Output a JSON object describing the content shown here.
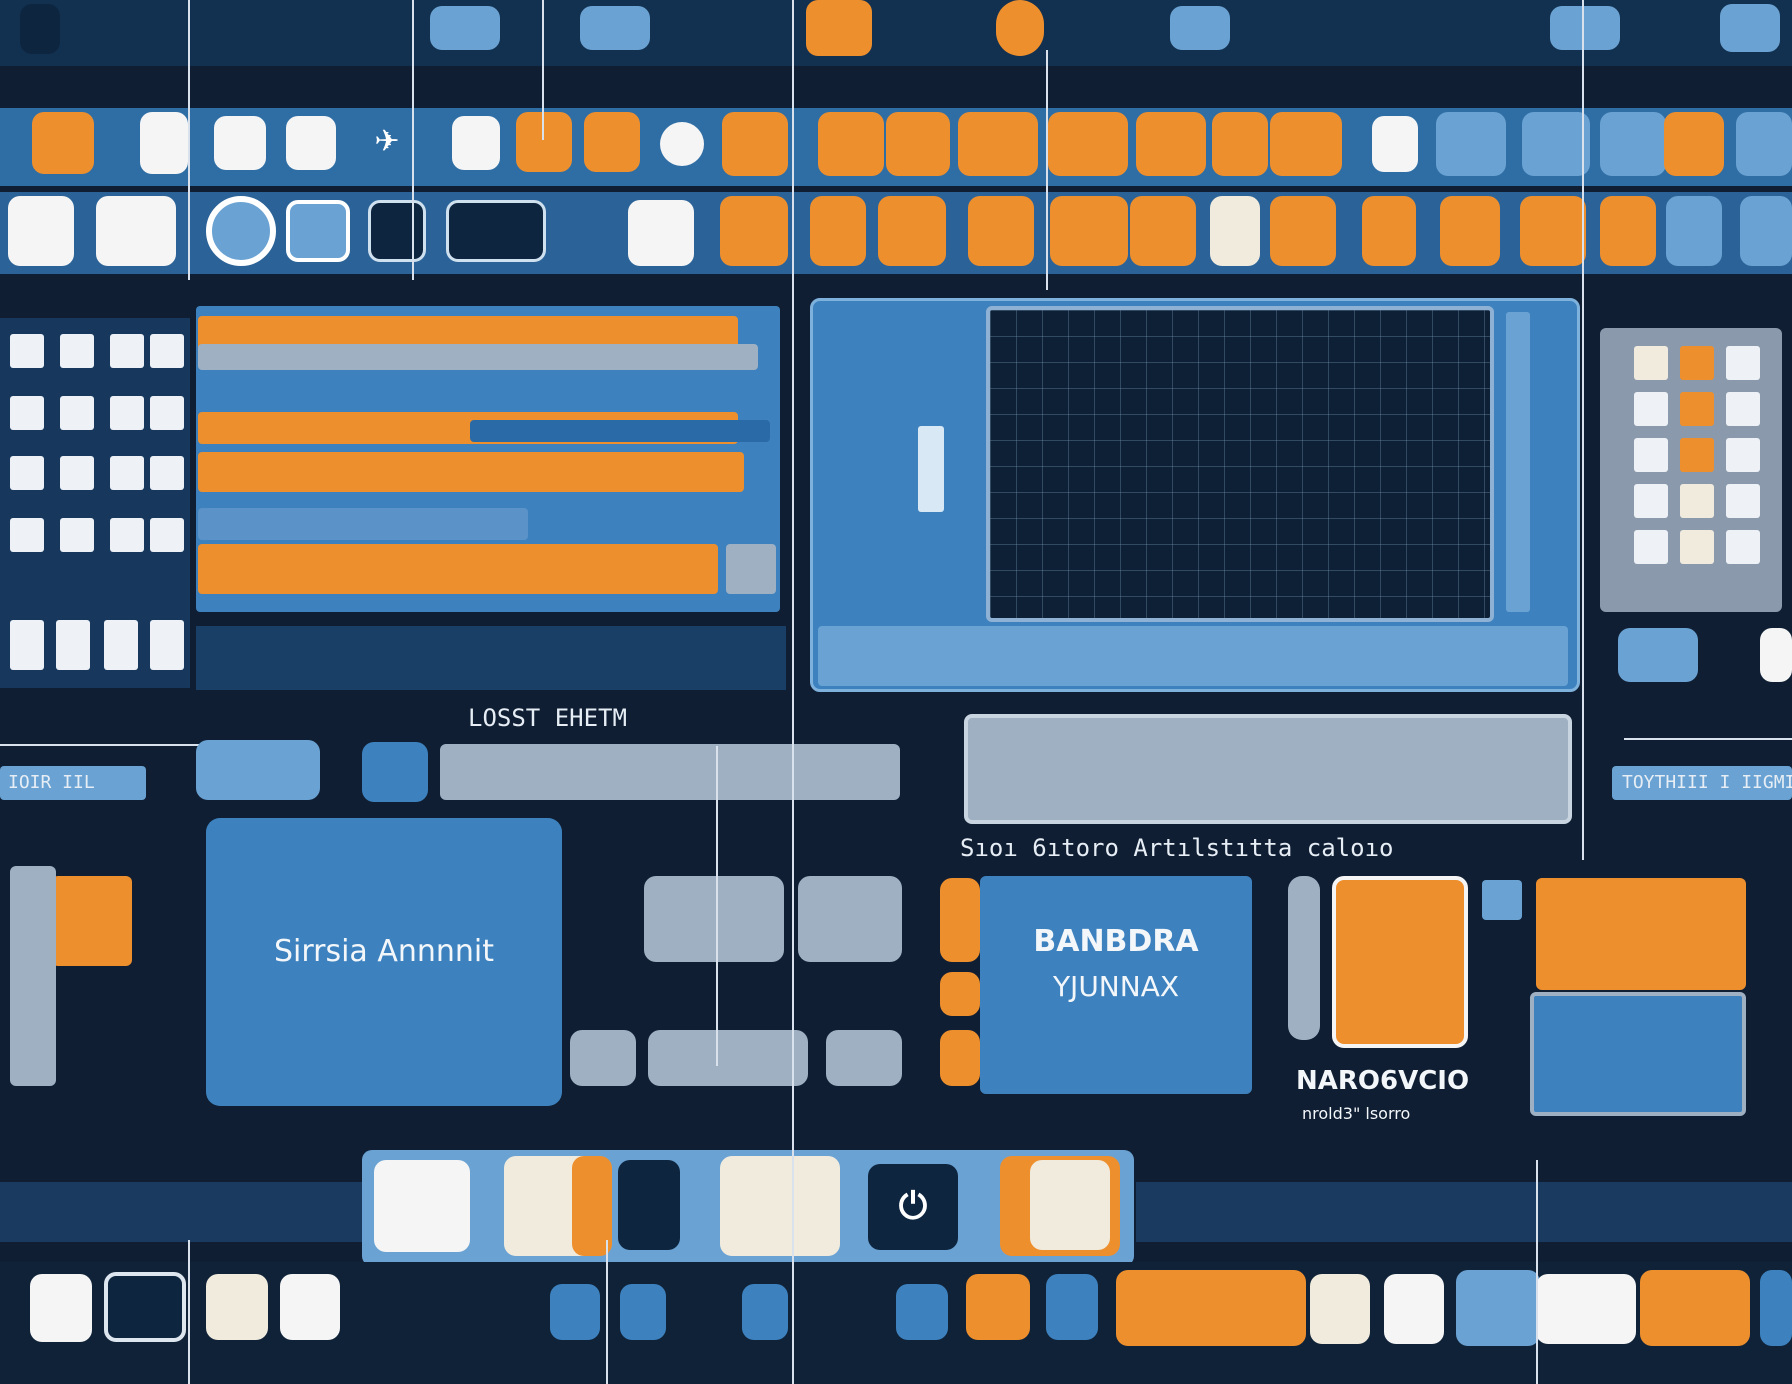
{
  "captions": {
    "mid_caption": "LOSST EHETM",
    "right_caption": "Sıoı 6ıtoro Artılstıtta caloıo",
    "left_tag": "IOIR IIL",
    "right_tag": "TOYTHIII I IIGMI"
  },
  "panels": {
    "left_panel_text": "Sirrsia Annnnit",
    "center_panel_line1": "BANBDRA",
    "center_panel_line2": "YJUNNAX",
    "side_label_title": "NARO6VCIO",
    "side_label_sub": "nrold3\" lsorro"
  },
  "icons": [
    "app-icon",
    "grid-icon",
    "bird-icon",
    "circle-icon",
    "lock-icon",
    "calendar-icon",
    "document-icon",
    "menu-icon",
    "power-icon",
    "gear-icon"
  ],
  "colors": {
    "background": "#0f1e33",
    "blue": "#3d82bf",
    "orange": "#ee8f2e",
    "cream": "#f1ebdd",
    "grey": "#9fb0c3"
  }
}
